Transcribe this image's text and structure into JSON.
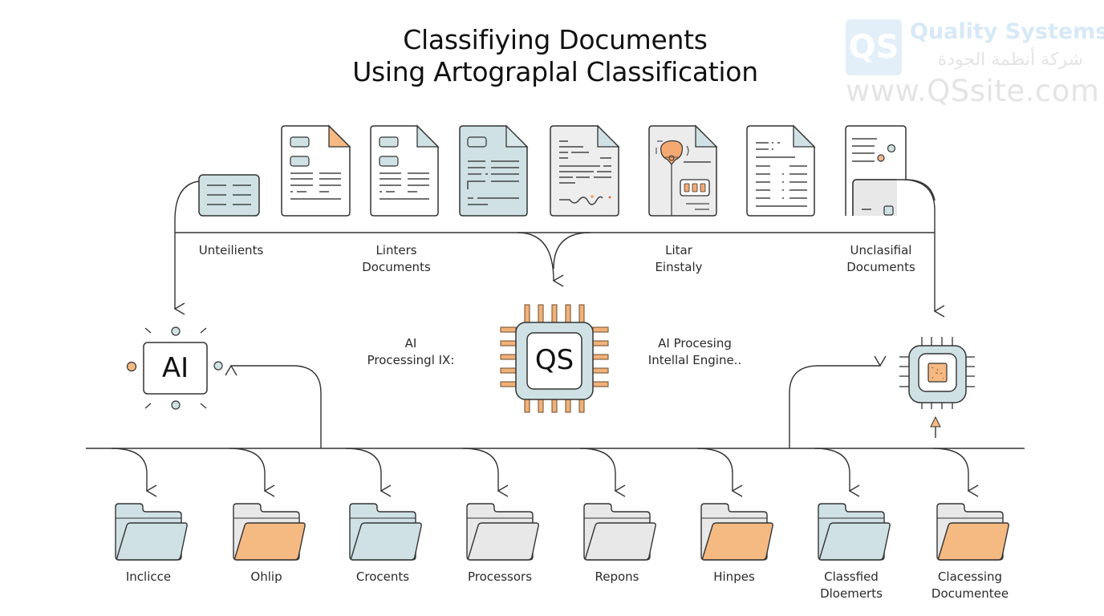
{
  "title": {
    "line1": "Classifiying Documents",
    "line2": "Using Artograplal Classification"
  },
  "watermark": {
    "logo_text": "QS",
    "company_name": "Quality Systems",
    "arabic_name": "شركة أنظمة الجودة",
    "url": "www.QSsite.com"
  },
  "input_labels": [
    {
      "line1": "Unteilients",
      "line2": ""
    },
    {
      "line1": "Linters",
      "line2": "Documents"
    },
    {
      "line1": "Litar",
      "line2": "Einstaly"
    },
    {
      "line1": "Unclasifial",
      "line2": "Documents"
    }
  ],
  "documents": [
    {
      "icon": "card-document-icon"
    },
    {
      "icon": "form-document-icon",
      "accent": "orange-corner"
    },
    {
      "icon": "form-document-icon"
    },
    {
      "icon": "text-document-icon",
      "tint": "blue"
    },
    {
      "icon": "signed-document-icon"
    },
    {
      "icon": "badge-document-icon"
    },
    {
      "icon": "list-document-icon"
    },
    {
      "icon": "mixed-document-icon"
    }
  ],
  "processing": {
    "left_node_label": "AI",
    "left_text": {
      "line1": "AI",
      "line2": "Processingl IX:"
    },
    "center_chip_label": "QS",
    "right_text": {
      "line1": "AI Procesing",
      "line2": "Intellal Engine.."
    }
  },
  "folders": [
    {
      "line1": "Inclicce",
      "line2": "",
      "color": "blue"
    },
    {
      "line1": "Ohlip",
      "line2": "",
      "color": "orange"
    },
    {
      "line1": "Crocents",
      "line2": "",
      "color": "blue"
    },
    {
      "line1": "Processors",
      "line2": "",
      "color": "gray"
    },
    {
      "line1": "Repons",
      "line2": "",
      "color": "gray"
    },
    {
      "line1": "Hinpes",
      "line2": "",
      "color": "orange"
    },
    {
      "line1": "Classfied",
      "line2": "Dloemerts",
      "color": "blue"
    },
    {
      "line1": "Clacessing",
      "line2": "Documentee",
      "color": "orange"
    }
  ],
  "colors": {
    "blue": "#cfe1e4",
    "orange": "#f5b982",
    "gray": "#e8e8e8",
    "line": "#333333"
  }
}
